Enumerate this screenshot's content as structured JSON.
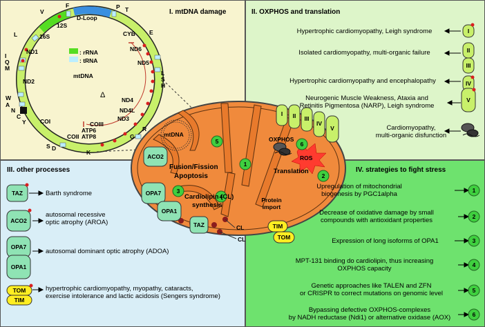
{
  "colors": {
    "panel_mtdna": "#f8f4cf",
    "panel_oxphos": "#ddf5c9",
    "panel_other": "#d9eef7",
    "panel_strategies": "#6ee26e",
    "rRNA": "#55dd22",
    "tRNA": "#bbeeff",
    "mito_fill": "#f08a3c",
    "complex_fill": "#c8f06a",
    "tim_tom_fill": "#ffee22",
    "star": "#d92020"
  },
  "panel1": {
    "title": "I. mtDNA damage",
    "center_label": "mtDNA",
    "legend_rrna": ": rRNA",
    "legend_trna": ": tRNA",
    "delta": "Δ",
    "genes": {
      "dloop": "D-Loop",
      "f": "F",
      "v": "V",
      "p": "P",
      "t": "T",
      "s12": "12S",
      "s16": "16S",
      "l": "L",
      "i": "I",
      "q": "Q",
      "m": "M",
      "nd1": "ND1",
      "nd2": "ND2",
      "w": "W",
      "a": "A",
      "n": "N",
      "c": "C",
      "y": "Y",
      "coi": "COI",
      "s": "S",
      "d": "D",
      "coii": "COII",
      "k": "K",
      "atp8": "ATP8",
      "atp6": "ATP6",
      "coiii": "COIII",
      "g": "G",
      "nd3": "ND3",
      "r": "R",
      "nd4l": "ND4L",
      "nd4": "ND4",
      "h": "H",
      "s2": "S",
      "l2": "L",
      "nd5": "ND5",
      "nd6": "ND6",
      "e": "E",
      "cyb": "CYB"
    }
  },
  "panel2": {
    "title": "II. OXPHOS and translation",
    "rows": [
      {
        "text": "Hypertrophic cardiomyopathy, Leigh syndrome",
        "complex": "I"
      },
      {
        "text": "Isolated cardiomyopathy, multi-organic failure",
        "complex": "II"
      },
      {
        "text": "",
        "complex": "III"
      },
      {
        "text": "Hypertrophic cardiomyopathy and encephalopathy",
        "complex": "IV"
      },
      {
        "text": "Neurogenic Muscle Weakness, Ataxia and\nRetinitis Pigmentosa (NARP), Leigh syndrome",
        "complex": "V"
      },
      {
        "text": "Cardiomyopathy,\nmulti-organic disfunction",
        "complex": ""
      }
    ]
  },
  "panel3": {
    "title": "III. other processes",
    "taz": "TAZ",
    "taz_text": "Barth syndrome",
    "aco2": "ACO2",
    "aco2_text": "autosomal recessive\noptic atrophy (AROA)",
    "opa7": "OPA7",
    "opa1": "OPA1",
    "adoa_text": "autosomal dominant optic atrophy (ADOA)",
    "tom": "TOM",
    "tim": "TIM",
    "sengers_text": "hypertrophic cardiomyopathy, myopathy, cataracts,\nexercise intolerance and lactic acidosis (Sengers syndrome)"
  },
  "panel4": {
    "title": "IV. strategies to fight stress",
    "items": [
      {
        "text": "Upregulation of mitochondrial\nbiogenesis by PGC1alpha",
        "num": "1"
      },
      {
        "text": "Decrease of oxidative damage by small\ncompounds with antioxidant properties",
        "num": "2"
      },
      {
        "text": "Expression of long isoforms of OPA1",
        "num": "3"
      },
      {
        "text": "MPT-131 binding do cardiolipin, thus increasing\nOXPHOS capacity",
        "num": "4"
      },
      {
        "text": "Genetic approaches like TALEN and ZFN\nor CRISPR to correct mutations on genomic level",
        "num": "5"
      },
      {
        "text": "Bypassing defective OXPHOS-complexes\nby NADH reductase (Ndi1) or alternative oxidase (AOX)",
        "num": "6"
      }
    ]
  },
  "mito": {
    "mtdna": "mtDNA",
    "fusion": "Fusion/Fission",
    "apoptosis": "Apoptosis",
    "aco2": "ACO2",
    "opa7": "OPA7",
    "opa1": "OPA1",
    "cardiolipin": "Cardiolipin (CL)",
    "synthesis": "synthesis",
    "taz": "TAZ",
    "cl": "CL",
    "oxphos": "OXPHOS",
    "translation": "Translation",
    "ros": "ROS",
    "protein_import": "Protein\nimport",
    "tim": "TIM",
    "tom": "TOM",
    "complexes": [
      "I",
      "II",
      "III",
      "IV",
      "V"
    ],
    "numbers": {
      "n1": "1",
      "n2": "2",
      "n3": "3",
      "n4": "4",
      "n5": "5",
      "n6": "6"
    }
  }
}
